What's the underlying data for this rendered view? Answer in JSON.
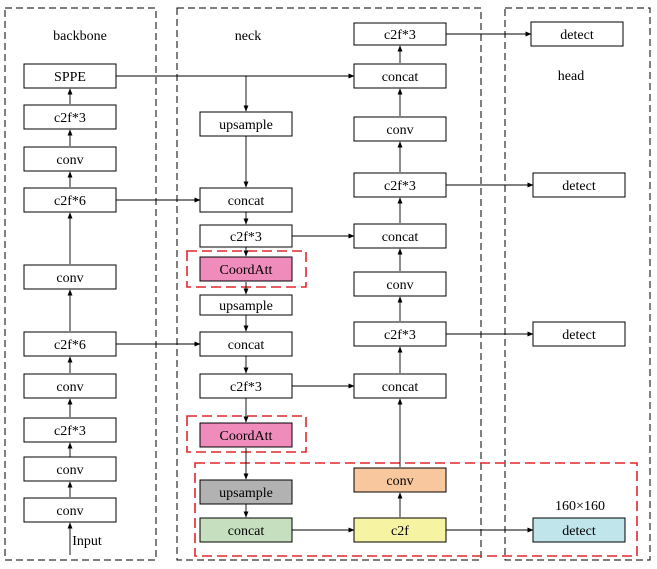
{
  "sections": {
    "backbone": "backbone",
    "neck": "neck",
    "head": "head"
  },
  "input_label": "Input",
  "scale_label": "160×160",
  "colors": {
    "default_fill": "#ffffff",
    "coordatt": "#f08cbc",
    "upsample_gray": "#b2b2b2",
    "concat_green": "#c6e0bf",
    "conv_orange": "#f8c79d",
    "c2f_yellow": "#f6f3a2",
    "detect_blue": "#c0e5ea",
    "highlight_border": "#e0282b"
  },
  "backbone": {
    "sppe": "SPPE",
    "c2f3_top": "c2f*3",
    "conv_top": "conv",
    "c2f6_upper": "c2f*6",
    "conv_mid": "conv",
    "c2f6_lower": "c2f*6",
    "conv_lower": "conv",
    "c2f3_low": "c2f*3",
    "conv_low": "conv",
    "conv_bottom": "conv"
  },
  "neck": {
    "upsample_1": "upsample",
    "concat_1": "concat",
    "c2f3_1": "c2f*3",
    "coordatt_1": "CoordAtt",
    "upsample_2": "upsample",
    "concat_2": "concat",
    "c2f3_2": "c2f*3",
    "coordatt_2": "CoordAtt",
    "upsample_3": "upsample",
    "concat_3": "concat",
    "c2f_small": "c2f",
    "conv_small": "conv",
    "concat_r1": "concat",
    "c2f3_r1": "c2f*3",
    "conv_r1": "conv",
    "concat_r2": "concat",
    "c2f3_r2": "c2f*3",
    "conv_r2": "conv",
    "concat_r3": "concat",
    "c2f3_r3": "c2f*3"
  },
  "head": {
    "detect_1": "detect",
    "detect_2": "detect",
    "detect_3": "detect",
    "detect_4": "detect"
  }
}
